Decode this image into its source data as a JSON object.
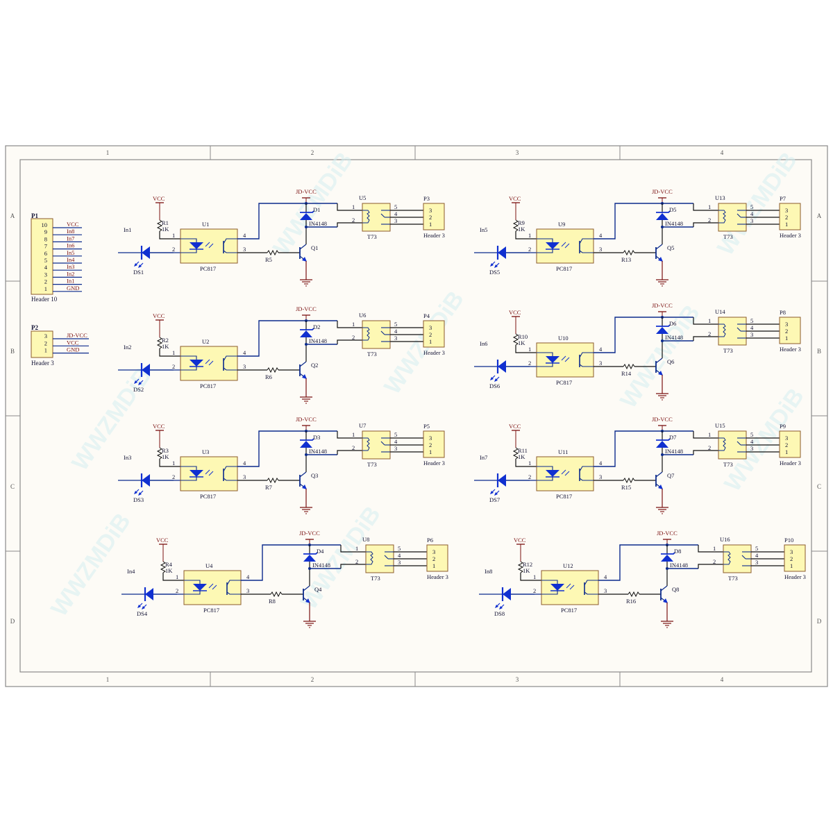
{
  "sheet": {
    "column_labels": [
      "1",
      "2",
      "3",
      "4"
    ],
    "row_labels": [
      "A",
      "B",
      "C",
      "D"
    ],
    "watermark": "WWZMDiB",
    "colors": {
      "paper": "#fdfbf6",
      "border": "#8a8a8a",
      "wire_blue": "#0b2a8c",
      "wire_black": "#111111",
      "component_blue": "#1030d0",
      "power_red": "#7a1010",
      "component_fill": "#fdf8b4",
      "component_stroke": "#8b5a2b",
      "label_text": "#111133",
      "watermark": "#d6eef0"
    }
  },
  "header_p1": {
    "designator": "P1",
    "name": "Header 10",
    "pins": [
      {
        "num": "10",
        "net": "VCC"
      },
      {
        "num": "9",
        "net": "In8"
      },
      {
        "num": "8",
        "net": "In7"
      },
      {
        "num": "7",
        "net": "In6"
      },
      {
        "num": "6",
        "net": "In5"
      },
      {
        "num": "5",
        "net": "In4"
      },
      {
        "num": "4",
        "net": "In3"
      },
      {
        "num": "3",
        "net": "In2"
      },
      {
        "num": "2",
        "net": "In1"
      },
      {
        "num": "1",
        "net": "GND"
      }
    ]
  },
  "header_p2": {
    "designator": "P2",
    "name": "Header 3",
    "pins": [
      {
        "num": "3",
        "net": "JD-VCC"
      },
      {
        "num": "2",
        "net": "VCC"
      },
      {
        "num": "1",
        "net": "GND"
      }
    ]
  },
  "channels": [
    {
      "input": "In1",
      "led": "DS1",
      "resistor": "R1",
      "res_value": "1K",
      "opto": "U1",
      "opto_part": "PC817",
      "base_res": "R5",
      "transistor": "Q1",
      "diode": "D1",
      "diode_part": "IN4148",
      "relay": "U5",
      "relay_part": "T73",
      "out_header": "P3",
      "out_header_name": "Header 3",
      "vcc": "VCC",
      "jdvcc": "JD-VCC"
    },
    {
      "input": "In2",
      "led": "DS2",
      "resistor": "R2",
      "res_value": "1K",
      "opto": "U2",
      "opto_part": "PC817",
      "base_res": "R6",
      "transistor": "Q2",
      "diode": "D2",
      "diode_part": "IN4148",
      "relay": "U6",
      "relay_part": "T73",
      "out_header": "P4",
      "out_header_name": "Header 3",
      "vcc": "VCC",
      "jdvcc": "JD-VCC"
    },
    {
      "input": "In3",
      "led": "DS3",
      "resistor": "R3",
      "res_value": "1K",
      "opto": "U3",
      "opto_part": "PC817",
      "base_res": "R7",
      "transistor": "Q3",
      "diode": "D3",
      "diode_part": "IN4148",
      "relay": "U7",
      "relay_part": "T73",
      "out_header": "P5",
      "out_header_name": "Header 3",
      "vcc": "VCC",
      "jdvcc": "JD-VCC"
    },
    {
      "input": "In4",
      "led": "DS4",
      "resistor": "R4",
      "res_value": "1K",
      "opto": "U4",
      "opto_part": "PC817",
      "base_res": "R8",
      "transistor": "Q4",
      "diode": "D4",
      "diode_part": "IN4148",
      "relay": "U8",
      "relay_part": "T73",
      "out_header": "P6",
      "out_header_name": "Header 3",
      "vcc": "VCC",
      "jdvcc": "JD-VCC"
    },
    {
      "input": "In5",
      "led": "DS5",
      "resistor": "R9",
      "res_value": "1K",
      "opto": "U9",
      "opto_part": "PC817",
      "base_res": "R13",
      "transistor": "Q5",
      "diode": "D5",
      "diode_part": "IN4148",
      "relay": "U13",
      "relay_part": "T73",
      "out_header": "P7",
      "out_header_name": "Header 3",
      "vcc": "VCC",
      "jdvcc": "JD-VCC"
    },
    {
      "input": "In6",
      "led": "DS6",
      "resistor": "R10",
      "res_value": "1K",
      "opto": "U10",
      "opto_part": "PC817",
      "base_res": "R14",
      "transistor": "Q6",
      "diode": "D6",
      "diode_part": "IN4148",
      "relay": "U14",
      "relay_part": "T73",
      "out_header": "P8",
      "out_header_name": "Header 3",
      "vcc": "VCC",
      "jdvcc": "JD-VCC"
    },
    {
      "input": "In7",
      "led": "DS7",
      "resistor": "R11",
      "res_value": "1K",
      "opto": "U11",
      "opto_part": "PC817",
      "base_res": "R15",
      "transistor": "Q7",
      "diode": "D7",
      "diode_part": "IN4148",
      "relay": "U15",
      "relay_part": "T73",
      "out_header": "P9",
      "out_header_name": "Header 3",
      "vcc": "VCC",
      "jdvcc": "JD-VCC"
    },
    {
      "input": "In8",
      "led": "DS8",
      "resistor": "R12",
      "res_value": "1K",
      "opto": "U12",
      "opto_part": "PC817",
      "base_res": "R16",
      "transistor": "Q8",
      "diode": "D8",
      "diode_part": "IN4148",
      "relay": "U16",
      "relay_part": "T73",
      "out_header": "P10",
      "out_header_name": "Header 3",
      "vcc": "VCC",
      "jdvcc": "JD-VCC"
    }
  ],
  "pin_numbers": {
    "opto": [
      "1",
      "2",
      "3",
      "4"
    ],
    "relay_coil": [
      "1",
      "2"
    ],
    "relay_contacts": [
      "5",
      "4",
      "3"
    ],
    "out_header": [
      "3",
      "2",
      "1"
    ]
  }
}
